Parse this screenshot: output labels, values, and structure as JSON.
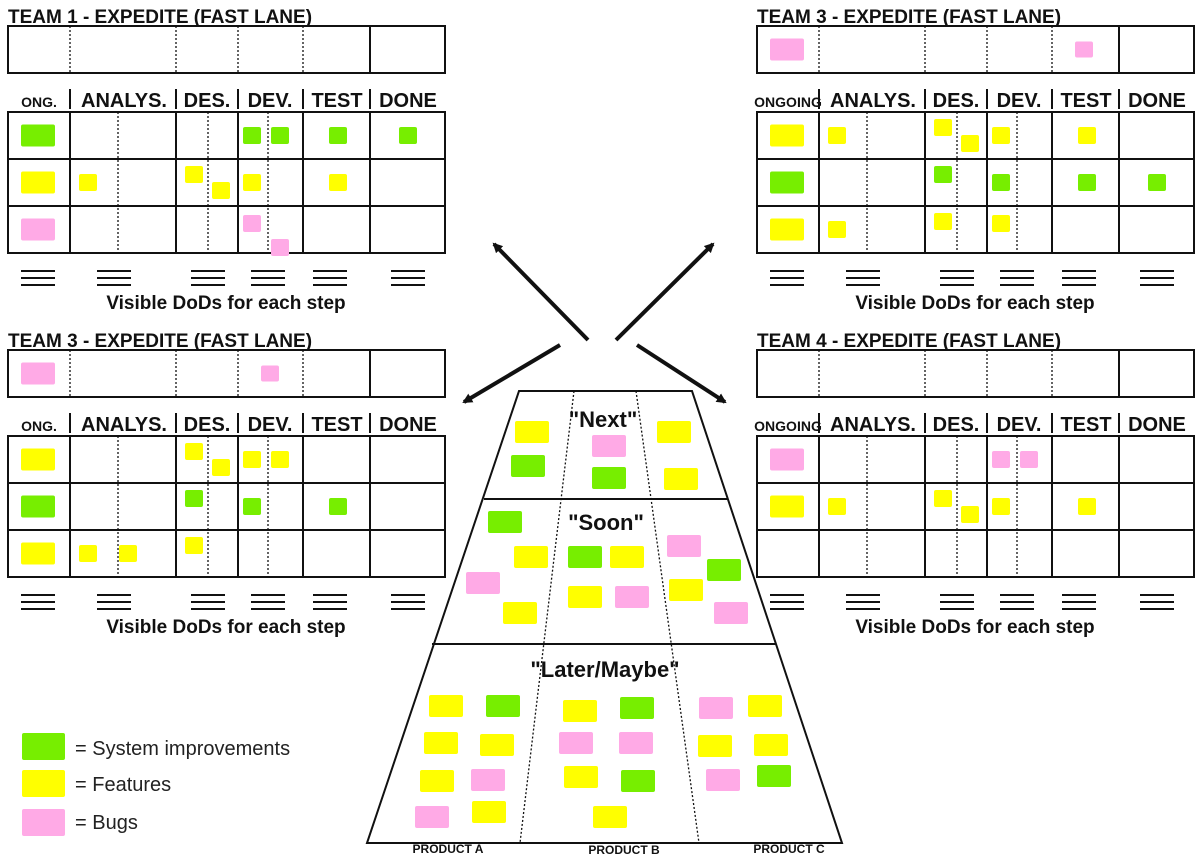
{
  "colors": {
    "system": "#77ee00",
    "feature": "#ffff00",
    "bug": "#ffaae6",
    "ink": "#111111"
  },
  "teams": [
    {
      "id": "team1",
      "title": "TEAM 1 - EXPEDITE (FAST LANE)",
      "dod_caption": "Visible DoDs for each step",
      "headers": [
        "ONG.",
        "ANALYS.",
        "DES.",
        "DEV.",
        "TEST",
        "DONE"
      ],
      "cards": [
        {
          "row": 0,
          "col": 0,
          "type": "system"
        },
        {
          "row": 0,
          "col": 3,
          "type": "system"
        },
        {
          "row": 0,
          "col": 3,
          "type": "system"
        },
        {
          "row": 0,
          "col": 4,
          "type": "system"
        },
        {
          "row": 0,
          "col": 5,
          "type": "system"
        },
        {
          "row": 1,
          "col": 0,
          "type": "feature"
        },
        {
          "row": 1,
          "col": 1,
          "type": "feature"
        },
        {
          "row": 1,
          "col": 2,
          "type": "feature"
        },
        {
          "row": 1,
          "col": 2,
          "type": "feature"
        },
        {
          "row": 1,
          "col": 3,
          "type": "feature"
        },
        {
          "row": 1,
          "col": 4,
          "type": "feature"
        },
        {
          "row": 2,
          "col": 0,
          "type": "bug"
        },
        {
          "row": 2,
          "col": 3,
          "type": "bug"
        },
        {
          "row": 2,
          "col": 3,
          "type": "bug"
        }
      ],
      "expedite_cards": []
    },
    {
      "id": "team3a",
      "title": "TEAM 3 - EXPEDITE (FAST LANE)",
      "dod_caption": "Visible DoDs for each step",
      "headers": [
        "ONGOING",
        "ANALYS.",
        "DES.",
        "DEV.",
        "TEST",
        "DONE"
      ],
      "cards": [
        {
          "row": 0,
          "col": 0,
          "type": "feature"
        },
        {
          "row": 0,
          "col": 1,
          "type": "feature"
        },
        {
          "row": 0,
          "col": 2,
          "type": "feature"
        },
        {
          "row": 0,
          "col": 2,
          "type": "feature"
        },
        {
          "row": 0,
          "col": 3,
          "type": "feature"
        },
        {
          "row": 0,
          "col": 4,
          "type": "feature"
        },
        {
          "row": 1,
          "col": 0,
          "type": "system"
        },
        {
          "row": 1,
          "col": 2,
          "type": "system"
        },
        {
          "row": 1,
          "col": 3,
          "type": "system"
        },
        {
          "row": 1,
          "col": 4,
          "type": "system"
        },
        {
          "row": 1,
          "col": 5,
          "type": "system"
        },
        {
          "row": 2,
          "col": 0,
          "type": "feature"
        },
        {
          "row": 2,
          "col": 1,
          "type": "feature"
        },
        {
          "row": 2,
          "col": 2,
          "type": "feature"
        },
        {
          "row": 2,
          "col": 3,
          "type": "feature"
        }
      ],
      "expedite_cards": [
        {
          "col": 0,
          "type": "bug"
        },
        {
          "col": 4,
          "type": "bug"
        }
      ]
    },
    {
      "id": "team3b",
      "title": "TEAM 3 - EXPEDITE (FAST LANE)",
      "dod_caption": "Visible DoDs for each step",
      "headers": [
        "ONG.",
        "ANALYS.",
        "DES.",
        "DEV.",
        "TEST",
        "DONE"
      ],
      "cards": [
        {
          "row": 0,
          "col": 0,
          "type": "feature"
        },
        {
          "row": 0,
          "col": 2,
          "type": "feature"
        },
        {
          "row": 0,
          "col": 2,
          "type": "feature"
        },
        {
          "row": 0,
          "col": 3,
          "type": "feature"
        },
        {
          "row": 0,
          "col": 3,
          "type": "feature"
        },
        {
          "row": 1,
          "col": 0,
          "type": "system"
        },
        {
          "row": 1,
          "col": 2,
          "type": "system"
        },
        {
          "row": 1,
          "col": 3,
          "type": "system"
        },
        {
          "row": 1,
          "col": 4,
          "type": "system"
        },
        {
          "row": 2,
          "col": 0,
          "type": "feature"
        },
        {
          "row": 2,
          "col": 1,
          "type": "feature"
        },
        {
          "row": 2,
          "col": 1,
          "type": "feature"
        },
        {
          "row": 2,
          "col": 2,
          "type": "feature"
        }
      ],
      "expedite_cards": [
        {
          "col": 0,
          "type": "bug"
        },
        {
          "col": 3,
          "type": "bug"
        }
      ]
    },
    {
      "id": "team4",
      "title": "TEAM 4 - EXPEDITE (FAST LANE)",
      "dod_caption": "Visible DoDs for each step",
      "headers": [
        "ONGOING",
        "ANALYS.",
        "DES.",
        "DEV.",
        "TEST",
        "DONE"
      ],
      "cards": [
        {
          "row": 0,
          "col": 0,
          "type": "bug"
        },
        {
          "row": 0,
          "col": 3,
          "type": "bug"
        },
        {
          "row": 0,
          "col": 3,
          "type": "bug"
        },
        {
          "row": 1,
          "col": 0,
          "type": "feature"
        },
        {
          "row": 1,
          "col": 1,
          "type": "feature"
        },
        {
          "row": 1,
          "col": 2,
          "type": "feature"
        },
        {
          "row": 1,
          "col": 2,
          "type": "feature"
        },
        {
          "row": 1,
          "col": 3,
          "type": "feature"
        },
        {
          "row": 1,
          "col": 4,
          "type": "feature"
        }
      ],
      "expedite_cards": []
    }
  ],
  "funnel": {
    "sections": [
      "\"Next\"",
      "\"Soon\"",
      "\"Later/Maybe\""
    ],
    "products": [
      "PRODUCT A",
      "PRODUCT B",
      "PRODUCT C"
    ],
    "cards": [
      {
        "section": 0,
        "product": 0,
        "type": "feature"
      },
      {
        "section": 0,
        "product": 0,
        "type": "system"
      },
      {
        "section": 0,
        "product": 1,
        "type": "bug"
      },
      {
        "section": 0,
        "product": 1,
        "type": "system"
      },
      {
        "section": 0,
        "product": 2,
        "type": "feature"
      },
      {
        "section": 0,
        "product": 2,
        "type": "feature"
      },
      {
        "section": 1,
        "product": 0,
        "type": "system"
      },
      {
        "section": 1,
        "product": 0,
        "type": "feature"
      },
      {
        "section": 1,
        "product": 0,
        "type": "bug"
      },
      {
        "section": 1,
        "product": 0,
        "type": "feature"
      },
      {
        "section": 1,
        "product": 1,
        "type": "system"
      },
      {
        "section": 1,
        "product": 1,
        "type": "feature"
      },
      {
        "section": 1,
        "product": 1,
        "type": "feature"
      },
      {
        "section": 1,
        "product": 1,
        "type": "bug"
      },
      {
        "section": 1,
        "product": 2,
        "type": "bug"
      },
      {
        "section": 1,
        "product": 2,
        "type": "system"
      },
      {
        "section": 1,
        "product": 2,
        "type": "feature"
      },
      {
        "section": 1,
        "product": 2,
        "type": "bug"
      },
      {
        "section": 2,
        "product": 0,
        "type": "feature"
      },
      {
        "section": 2,
        "product": 0,
        "type": "system"
      },
      {
        "section": 2,
        "product": 0,
        "type": "feature"
      },
      {
        "section": 2,
        "product": 0,
        "type": "feature"
      },
      {
        "section": 2,
        "product": 0,
        "type": "feature"
      },
      {
        "section": 2,
        "product": 0,
        "type": "bug"
      },
      {
        "section": 2,
        "product": 0,
        "type": "bug"
      },
      {
        "section": 2,
        "product": 0,
        "type": "feature"
      },
      {
        "section": 2,
        "product": 1,
        "type": "feature"
      },
      {
        "section": 2,
        "product": 1,
        "type": "system"
      },
      {
        "section": 2,
        "product": 1,
        "type": "bug"
      },
      {
        "section": 2,
        "product": 1,
        "type": "bug"
      },
      {
        "section": 2,
        "product": 1,
        "type": "feature"
      },
      {
        "section": 2,
        "product": 1,
        "type": "system"
      },
      {
        "section": 2,
        "product": 1,
        "type": "feature"
      },
      {
        "section": 2,
        "product": 2,
        "type": "bug"
      },
      {
        "section": 2,
        "product": 2,
        "type": "feature"
      },
      {
        "section": 2,
        "product": 2,
        "type": "feature"
      },
      {
        "section": 2,
        "product": 2,
        "type": "feature"
      },
      {
        "section": 2,
        "product": 2,
        "type": "bug"
      },
      {
        "section": 2,
        "product": 2,
        "type": "system"
      }
    ]
  },
  "legend": [
    {
      "type": "system",
      "label": "= System improvements"
    },
    {
      "type": "feature",
      "label": "= Features"
    },
    {
      "type": "bug",
      "label": "= Bugs"
    }
  ]
}
